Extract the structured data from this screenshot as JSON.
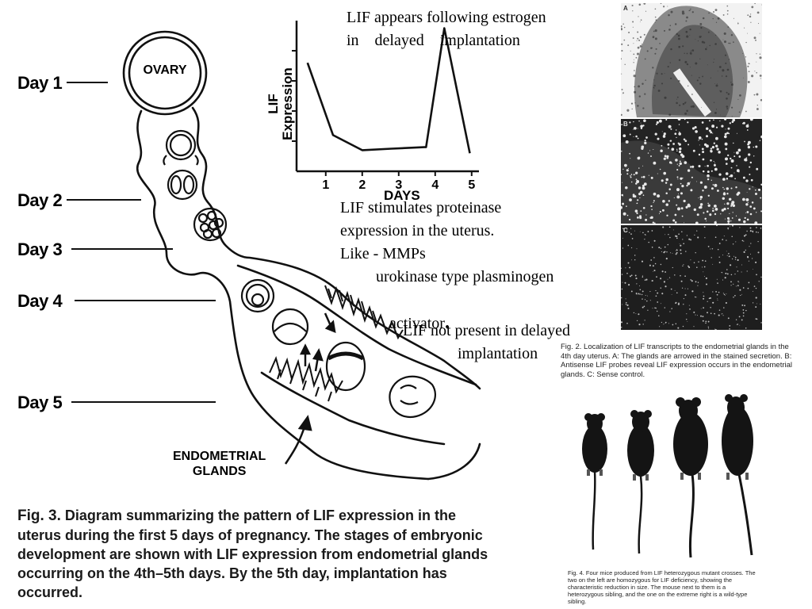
{
  "diagram": {
    "ovary_label": "OVARY",
    "days": [
      "Day 1",
      "Day 2",
      "Day 3",
      "Day 4",
      "Day 5"
    ],
    "glands_label_line1": "ENDOMETRIAL",
    "glands_label_line2": "GLANDS",
    "caption_bold": "Fig. 3.",
    "caption_text": "Diagram summarizing the pattern of LIF expression in the uterus during the first 5 days of pregnancy. The stages of embryonic development are shown with LIF expression from endometrial glands occurring on the 4th–5th days. By the 5th day, implantation has occurred."
  },
  "chart_data": {
    "type": "line",
    "ylabel": "LIF Expression",
    "xlabel": "DAYS",
    "x_ticks": [
      "1",
      "2",
      "3",
      "4",
      "5"
    ],
    "x": [
      0.3,
      1,
      1.8,
      2.6,
      3.5,
      3.55,
      4.05,
      4.75
    ],
    "y": [
      0.72,
      0.24,
      0.14,
      0.15,
      0.16,
      0.16,
      0.95,
      0.12
    ],
    "xlim": [
      0,
      5
    ],
    "ylim": [
      0,
      1
    ],
    "grid": false
  },
  "slide_text": {
    "lif_estrogen_1": "LIF appears following estrogen",
    "lif_estrogen_2": "in    delayed    implantation",
    "proteinase_1": "LIF stimulates proteinase",
    "proteinase_2": "expression in the uterus.",
    "like": "Like - MMPs",
    "urokinase": "urokinase type plasminogen",
    "activator": "activator",
    "activator_dot": ".",
    "not_present_1": "LIF not present in delayed",
    "not_present_2": "implantation"
  },
  "fig2": {
    "panel_letters": [
      "A",
      "B",
      "C"
    ],
    "caption": "Fig. 2.  Localization of LIF transcripts to the endometrial glands in the 4th day uterus. A: The glands are arrowed in the stained secretion. B: Antisense LIF probes reveal LIF expression occurs in the endometrial glands. C: Sense control."
  },
  "fig4": {
    "caption": "Fig. 4.  Four mice produced from LIF heterozygous mutant crosses. The two on the left are homozygous for LIF deficiency, showing the characteristic reduction in size. The mouse next to them is a heterozygous sibling, and the one on the extreme right is a wild-type sibling."
  }
}
